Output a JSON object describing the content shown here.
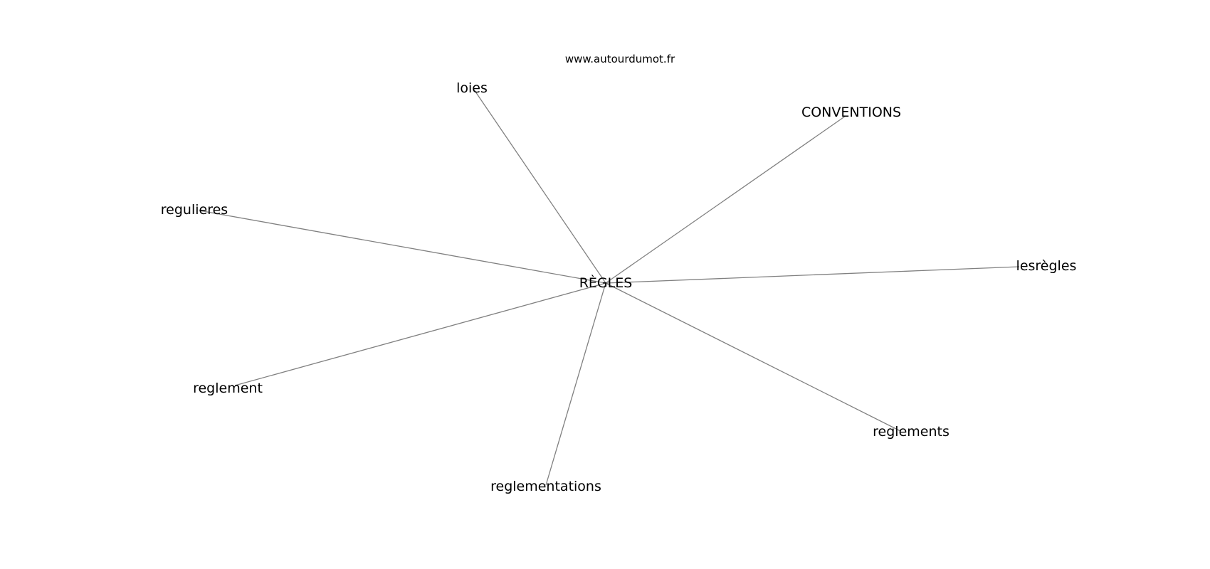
{
  "watermark": "www.autourdumot.fr",
  "graph": {
    "center": "RÈGLES",
    "neighbors": [
      "loies",
      "CONVENTIONS",
      "regulieres",
      "lesrègles",
      "reglement",
      "reglements",
      "reglementations"
    ]
  },
  "colors": {
    "edge": "#808080",
    "text": "#000000",
    "background": "#ffffff"
  }
}
